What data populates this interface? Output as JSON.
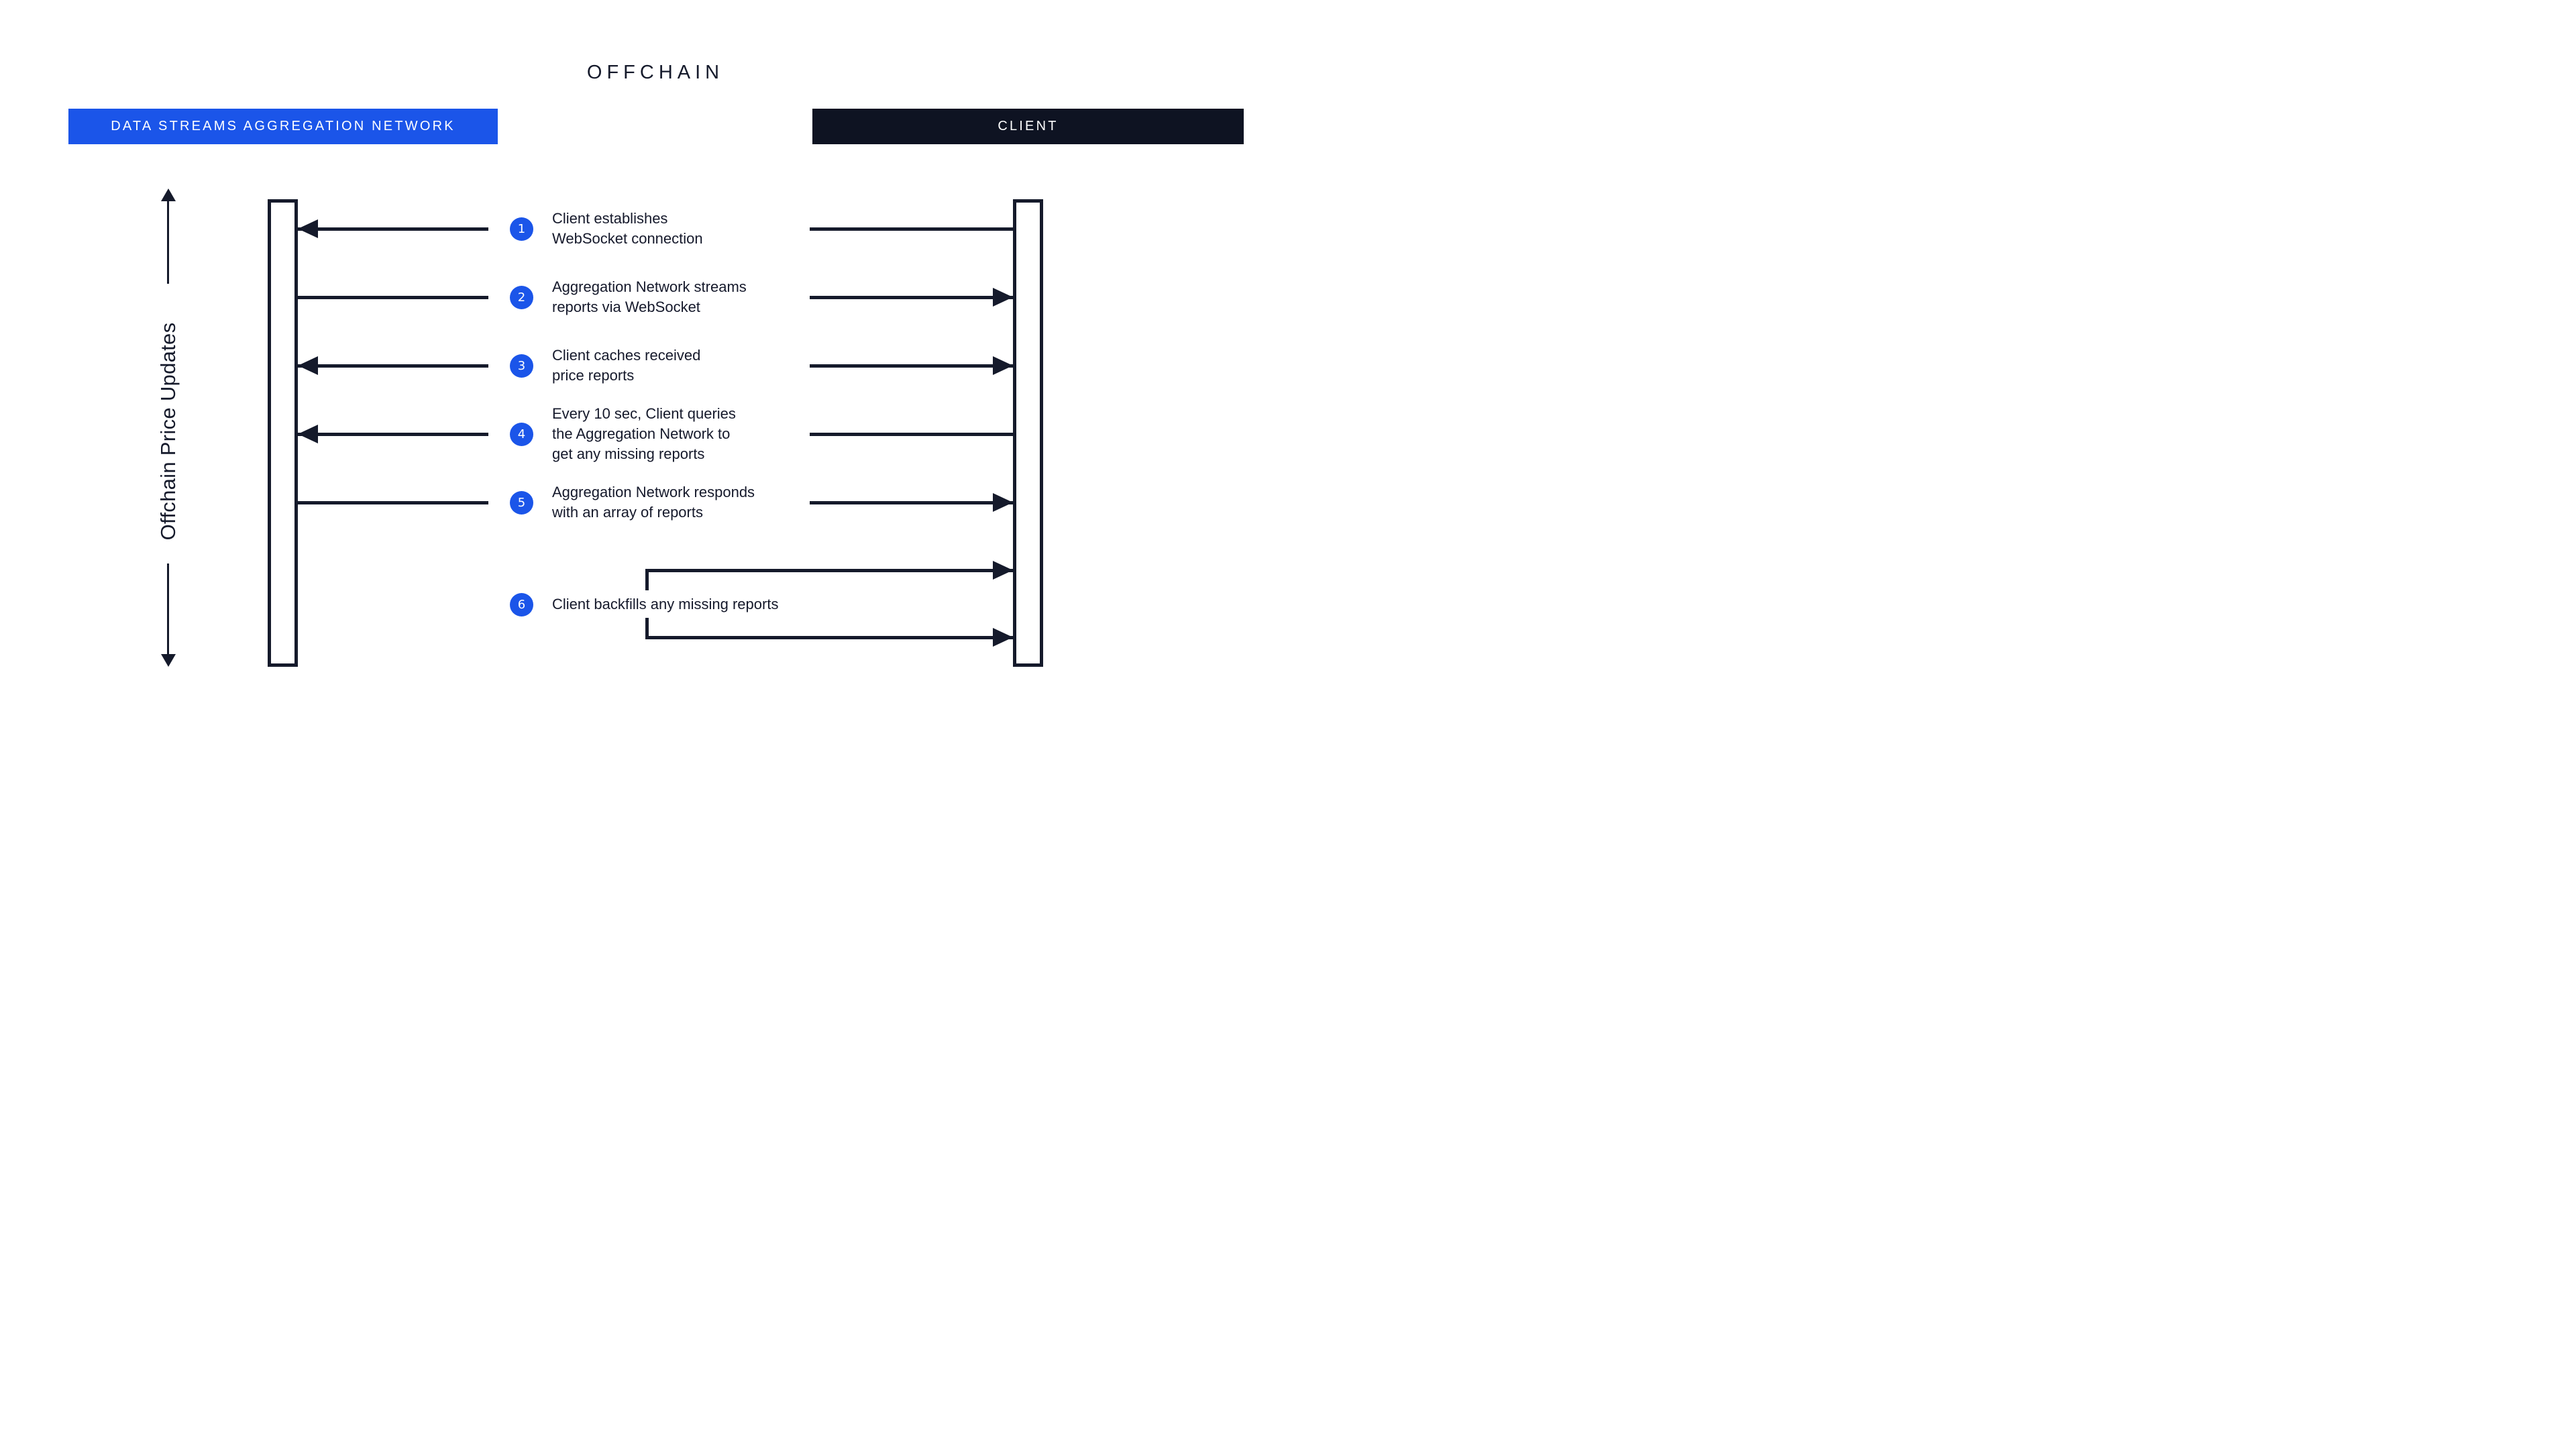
{
  "title": "OFFCHAIN",
  "actors": {
    "network": {
      "label": "DATA STREAMS AGGREGATION NETWORK"
    },
    "client": {
      "label": "CLIENT"
    }
  },
  "axis_label": "Offchain Price Updates",
  "steps": [
    {
      "num": "1",
      "label": "Client establishes\nWebSocket connection",
      "direction": "client-to-network"
    },
    {
      "num": "2",
      "label": "Aggregation Network streams\nreports via WebSocket",
      "direction": "network-to-client"
    },
    {
      "num": "3",
      "label": "Client caches received\nprice reports",
      "direction": "both"
    },
    {
      "num": "4",
      "label": "Every 10 sec, Client queries\nthe Aggregation Network to\nget any missing reports",
      "direction": "client-to-network"
    },
    {
      "num": "5",
      "label": "Aggregation Network responds\nwith an array of reports",
      "direction": "network-to-client"
    },
    {
      "num": "6",
      "label": "Client backfills any missing reports",
      "direction": "client-self-loop"
    }
  ],
  "colors": {
    "ink": "#151A2B",
    "blue": "#1B55E9",
    "client-bg": "#0E1322",
    "text": "#15192B",
    "bg": "#FFFFFF"
  }
}
